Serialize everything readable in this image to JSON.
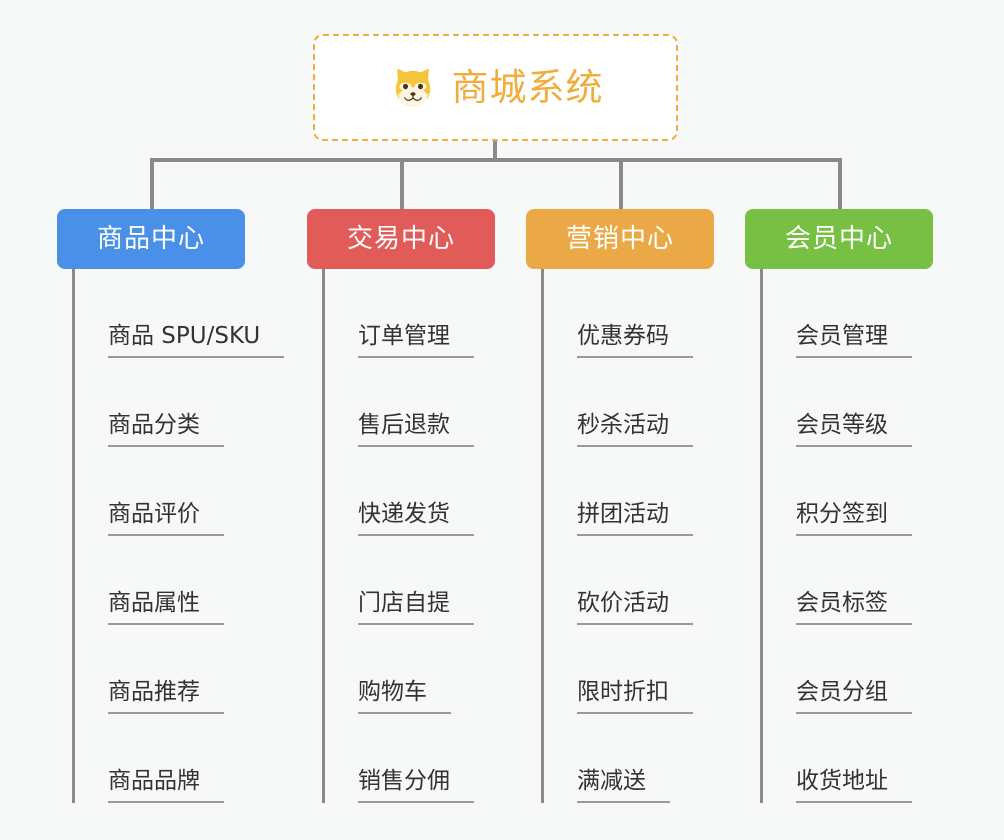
{
  "canvas": {
    "background": "#f7f8f8",
    "connector_color": "#8a8a8a"
  },
  "root": {
    "title": "商城系统",
    "icon": "shiba-dog-face-icon",
    "text_color": "#f0ad3e",
    "border_color": "#f0ad3e",
    "background": "#ffffff"
  },
  "branches": [
    {
      "label": "商品中心",
      "color": "#4a90e8",
      "items": [
        "商品 SPU/SKU",
        "商品分类",
        "商品评价",
        "商品属性",
        "商品推荐",
        "商品品牌"
      ]
    },
    {
      "label": "交易中心",
      "color": "#e15b58",
      "items": [
        "订单管理",
        "售后退款",
        "快递发货",
        "门店自提",
        "购物车",
        "销售分佣"
      ]
    },
    {
      "label": "营销中心",
      "color": "#eaa946",
      "items": [
        "优惠券码",
        "秒杀活动",
        "拼团活动",
        "砍价活动",
        "限时折扣",
        "满减送"
      ]
    },
    {
      "label": "会员中心",
      "color": "#78c043",
      "items": [
        "会员管理",
        "会员等级",
        "积分签到",
        "会员标签",
        "会员分组",
        "收货地址"
      ]
    }
  ]
}
